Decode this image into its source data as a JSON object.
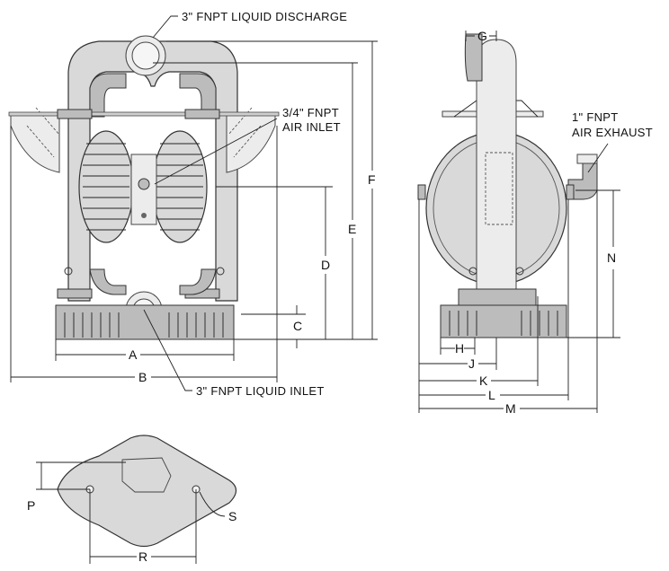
{
  "callouts": {
    "liquid_discharge": "3\" FNPT LIQUID DISCHARGE",
    "air_inlet_line1": "3/4\" FNPT",
    "air_inlet_line2": "AIR INLET",
    "air_exhaust_line1": "1\" FNPT",
    "air_exhaust_line2": "AIR EXHAUST",
    "liquid_inlet": "3\" FNPT LIQUID INLET"
  },
  "dimensions": {
    "A": "A",
    "B": "B",
    "C": "C",
    "D": "D",
    "E": "E",
    "F": "F",
    "G": "G",
    "H": "H",
    "J": "J",
    "K": "K",
    "L": "L",
    "M": "M",
    "N": "N",
    "P": "P",
    "R": "R",
    "S": "S"
  },
  "colors": {
    "metal": "#d9d9d9",
    "metal_dark": "#bcbcbc",
    "line": "#222222"
  }
}
